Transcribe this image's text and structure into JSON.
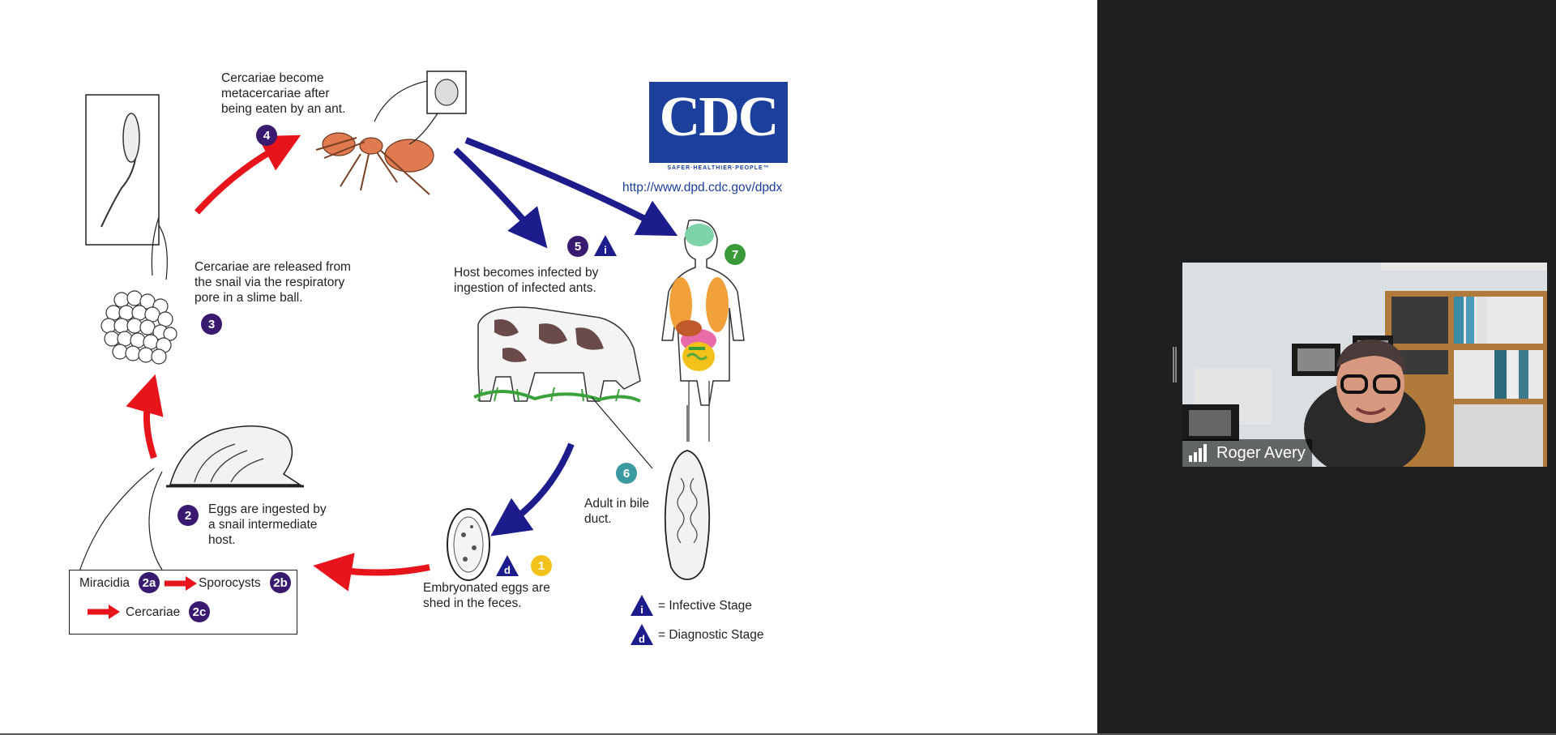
{
  "slide": {
    "cdc_logo": "CDC",
    "cdc_tagline": "SAFER·HEALTHIER·PEOPLE™",
    "cdc_url": "http://www.dpd.cdc.gov/dpdx",
    "step4_text": [
      "Cercariae become",
      "metacercariae after",
      "being eaten by an ant."
    ],
    "step3_text": [
      "Cercariae are released from",
      "the snail via the respiratory",
      "pore in a slime ball."
    ],
    "step5_text": [
      "Host becomes infected by",
      "ingestion of infected ants."
    ],
    "step2_text": [
      "Eggs are ingested by",
      "a snail intermediate",
      "host."
    ],
    "step1_text": [
      "Embryonated eggs are",
      "shed in the feces."
    ],
    "step6_text": [
      "Adult in bile",
      "duct."
    ],
    "badges": {
      "b1": "1",
      "b2": "2",
      "b3": "3",
      "b4": "4",
      "b5": "5",
      "b6": "6",
      "b7": "7",
      "b2a": "2a",
      "b2b": "2b",
      "b2c": "2c"
    },
    "stage_symbols": {
      "infective": "i",
      "diagnostic": "d"
    },
    "legend_box": {
      "miracidia": "Miracidia",
      "sporocysts": "Sporocysts",
      "cercariae": "Cercariae"
    },
    "stage_legend": {
      "infective": "= Infective Stage",
      "diagnostic": "= Diagnostic Stage"
    },
    "colors": {
      "red_arrow": "#e8141b",
      "blue_arrow": "#1c1c8c",
      "badge_purple": "#3a1a6e",
      "badge_green": "#3a9a3a",
      "badge_teal": "#3a9aa0",
      "badge_yellow": "#f2c21b",
      "cdc_blue": "#1b3f9a"
    }
  },
  "participant": {
    "name": "Roger Avery",
    "signal_icon": "signal-bars-icon"
  }
}
